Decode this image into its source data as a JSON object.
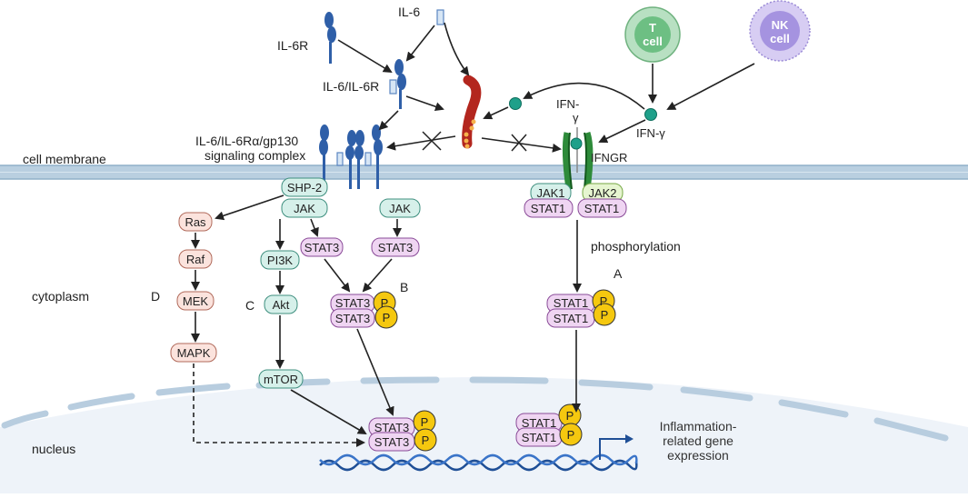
{
  "labels": {
    "il6": "IL-6",
    "il6r": "IL-6R",
    "il6_il6r": "IL-6/IL-6R",
    "complex_line1": "IL-6/IL-6Rα/gp130",
    "complex_line2": "signaling complex",
    "cell_membrane": "cell membrane",
    "cytoplasm": "cytoplasm",
    "nucleus": "nucleus",
    "t_cell_1": "T",
    "t_cell_2": "cell",
    "nk_cell_1": "NK",
    "nk_cell_2": "cell",
    "ifn_gamma_top_1": "IFN-",
    "ifn_gamma_top_2": "γ",
    "ifn_gamma_right": "IFN-γ",
    "ifngr": "IFNGR",
    "phosphorylation": "phosphorylation",
    "pathway_a": "A",
    "pathway_b": "B",
    "pathway_c": "C",
    "pathway_d": "D",
    "gene_1": "Inflammation-",
    "gene_2": "related gene",
    "gene_3": "expression"
  },
  "nodes": {
    "shp2": "SHP-2",
    "jak_left": "JAK",
    "jak_right": "JAK",
    "ras": "Ras",
    "raf": "Raf",
    "mek": "MEK",
    "mapk": "MAPK",
    "pi3k": "PI3K",
    "akt": "Akt",
    "mtor": "mTOR",
    "stat3_left": "STAT3",
    "stat3_right": "STAT3",
    "stat3_dimer_top": "STAT3",
    "stat3_dimer_bottom": "STAT3",
    "stat3_nuc_top": "STAT3",
    "stat3_nuc_bottom": "STAT3",
    "jak1": "JAK1",
    "jak2": "JAK2",
    "stat1_left": "STAT1",
    "stat1_right": "STAT1",
    "stat1_dimer_top": "STAT1",
    "stat1_dimer_bottom": "STAT1",
    "stat1_nuc_top": "STAT1",
    "stat1_nuc_bottom": "STAT1",
    "phospho": "P"
  },
  "colors": {
    "membrane": "#b9cfe0",
    "nucleus_fill": "#eef3f9",
    "stat_fill": "#efd5f2",
    "stat_stroke": "#8a4c98",
    "teal_fill": "#d6f0ea",
    "teal_stroke": "#3f8f7f",
    "mapk_fill": "#fbe3dd",
    "mapk_stroke": "#b0695a",
    "phospho_fill": "#f5c80f",
    "receptor": "#2f5fa8",
    "ifngr": "#2e8b3a",
    "ifn_dot": "#1fa08a",
    "tcell": "#8fcf9f",
    "nkcell": "#b8a8e6",
    "gene_arrow": "#1f4f96"
  }
}
